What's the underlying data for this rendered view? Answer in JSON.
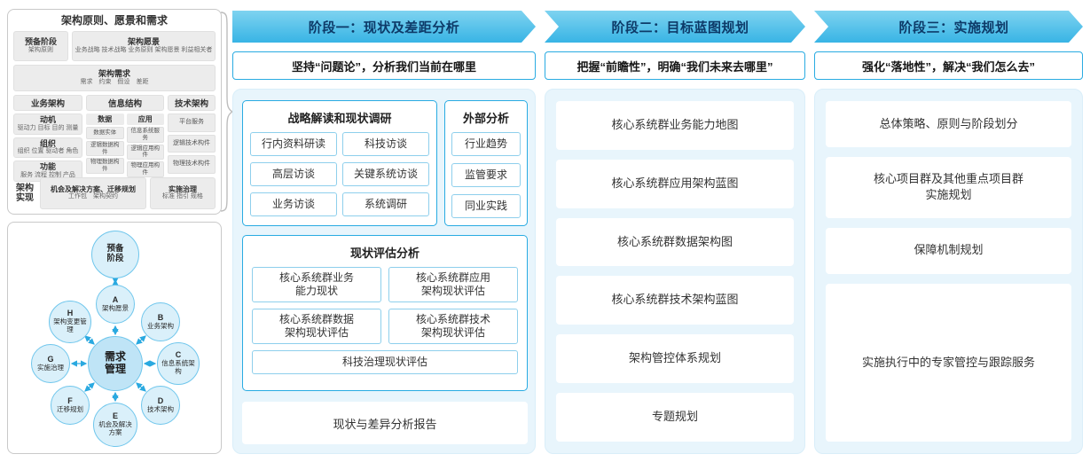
{
  "colors": {
    "accent": "#29abe2",
    "panel_bg": "#e8f5fc",
    "header_text": "#0d3a68"
  },
  "left_top": {
    "title": "架构原则、愿景和需求",
    "prep": {
      "title": "预备阶段",
      "sub": "架构原则"
    },
    "vision": {
      "title": "架构愿景",
      "sub": "业务战略 技术战略 业务原则 架构愿景 利益相关者"
    },
    "requirement": {
      "title": "架构需求",
      "sub": "需求　约束　假设　差距"
    },
    "business": {
      "title": "业务架构",
      "groups": [
        {
          "title": "动机",
          "sub": "驱动力 目标 目的 测量"
        },
        {
          "title": "组织",
          "sub": "组织 位置 驱动者 角色"
        },
        {
          "title": "功能",
          "sub": "服务 流程 控制 产品"
        }
      ]
    },
    "information": {
      "title": "信息结构",
      "data": {
        "title": "数据",
        "items": [
          "数据实体",
          "逻辑数据构件",
          "物理数据构件"
        ]
      },
      "app": {
        "title": "应用",
        "items": [
          "信息系统服务",
          "逻辑应用构件",
          "物理应用构件"
        ]
      }
    },
    "technology": {
      "title": "技术架构",
      "items": [
        "平台服务",
        "逻辑技术构件",
        "物理技术构件"
      ]
    },
    "implementation": {
      "label": "架构实现",
      "boxes": [
        {
          "title": "机会及解决方案、迁移规划",
          "sub": "工作包　架构契约"
        },
        {
          "title": "实施治理",
          "sub": "标准 指引 规格"
        }
      ]
    }
  },
  "adm": {
    "top": "预备阶段",
    "center": "需求管理",
    "nodes": [
      {
        "letter": "A",
        "label": "架构愿景"
      },
      {
        "letter": "B",
        "label": "业务架构"
      },
      {
        "letter": "C",
        "label": "信息系统架构"
      },
      {
        "letter": "D",
        "label": "技术架构"
      },
      {
        "letter": "E",
        "label": "机会及解决方案"
      },
      {
        "letter": "F",
        "label": "迁移规划"
      },
      {
        "letter": "G",
        "label": "实施治理"
      },
      {
        "letter": "H",
        "label": "架构变更管理"
      }
    ]
  },
  "phase1": {
    "header": "阶段一：现状及差距分析",
    "subtitle": "坚持“问题论”，分析我们当前在哪里",
    "strategy": {
      "title": "战略解读和现状调研",
      "items": [
        "行内资料研读",
        "科技访谈",
        "高层访谈",
        "关键系统访谈",
        "业务访谈",
        "系统调研"
      ]
    },
    "external": {
      "title": "外部分析",
      "items": [
        "行业趋势",
        "监管要求",
        "同业实践"
      ]
    },
    "assessment": {
      "title": "现状评估分析",
      "items": [
        "核心系统群业务能力现状",
        "核心系统群应用架构现状评估",
        "核心系统群数据架构现状评估",
        "核心系统群技术架构现状评估"
      ],
      "full_item": "科技治理现状评估"
    },
    "report": "现状与差异分析报告"
  },
  "phase2": {
    "header": "阶段二：目标蓝图规划",
    "subtitle": "把握“前瞻性”，明确“我们未来去哪里”",
    "items": [
      "核心系统群业务能力地图",
      "核心系统群应用架构蓝图",
      "核心系统群数据架构图",
      "核心系统群技术架构蓝图",
      "架构管控体系规划",
      "专题规划"
    ]
  },
  "phase3": {
    "header": "阶段三：实施规划",
    "subtitle": "强化“落地性”，解决“我们怎么去”",
    "items": [
      "总体策略、原则与阶段划分",
      "核心项目群及其他重点项目群实施规划",
      "保障机制规划",
      "实施执行中的专家管控与跟踪服务"
    ]
  }
}
